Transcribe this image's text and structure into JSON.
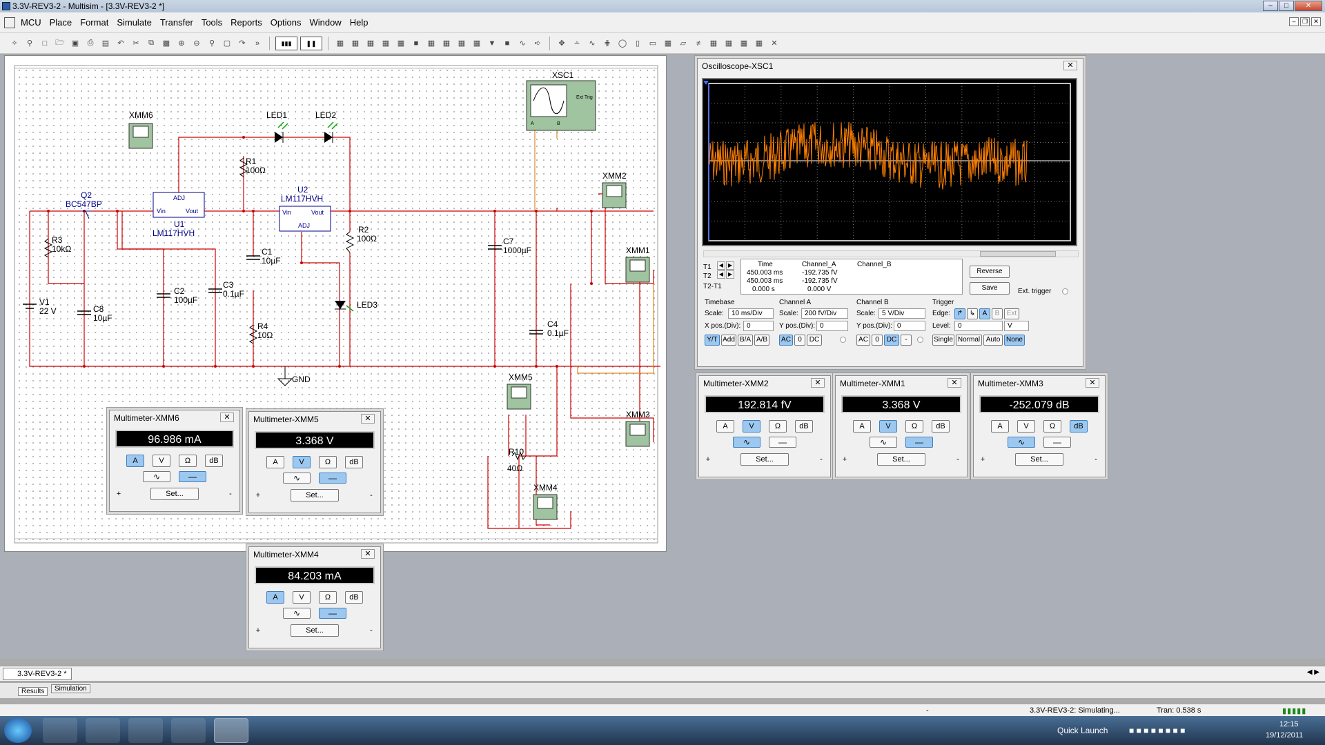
{
  "window": {
    "title": "3.3V-REV3-2 - Multisim - [3.3V-REV3-2 *]"
  },
  "menu": [
    "MCU",
    "Place",
    "Format",
    "Simulate",
    "Transfer",
    "Tools",
    "Reports",
    "Options",
    "Window",
    "Help"
  ],
  "schematic": {
    "labels": {
      "xmm6": "XMM6",
      "led1": "LED1",
      "led2": "LED2",
      "xsc1": "XSC1",
      "xmm2": "XMM2",
      "xmm1": "XMM1",
      "r1": "R1",
      "r1v": "100Ω",
      "u1": "U1",
      "u1p": "LM117HVH",
      "u2": "U2",
      "u2p": "LM117HVH",
      "q2": "Q2",
      "q2p": "BC547BP",
      "r3": "R3",
      "r3v": "10kΩ",
      "r2": "R2",
      "r2v": "100Ω",
      "c1": "C1",
      "c1v": "10µF",
      "c2": "C2",
      "c2v": "100µF",
      "c3": "C3",
      "c3v": "0.1µF",
      "c7": "C7",
      "c7v": "1000µF",
      "c4": "C4",
      "c4v": "0.1µF",
      "v1": "V1",
      "v1v": "22 V",
      "c8": "C8",
      "c8v": "10µF",
      "r4": "R4",
      "r4v": "10Ω",
      "led3": "LED3",
      "gnd": "GND",
      "xmm5": "XMM5",
      "xmm3": "XMM3",
      "r10": "R10",
      "r10v": "40Ω",
      "xmm4": "XMM4",
      "adj": "ADJ",
      "vin": "Vin",
      "vout": "Vout",
      "exttrig": "Ext Trig",
      "a": "A",
      "b": "B"
    }
  },
  "oscilloscope": {
    "title": "Oscilloscope-XSC1",
    "t1": "T1",
    "t2": "T2",
    "t2t1": "T2-T1",
    "col_time": "Time",
    "col_cha": "Channel_A",
    "col_chb": "Channel_B",
    "t1_time": "450.003 ms",
    "t1_cha": "-192.735 fV",
    "t2_time": "450.003 ms",
    "t2_cha": "-192.735 fV",
    "d_time": "0.000 s",
    "d_cha": "0.000 V",
    "reverse": "Reverse",
    "save": "Save",
    "ext_trigger": "Ext. trigger",
    "timebase": "Timebase",
    "scale_lbl": "Scale:",
    "tb_scale": "10 ms/Div",
    "xpos_lbl": "X pos.(Div):",
    "xpos": "0",
    "cha": "Channel A",
    "cha_scale": "200 fV/Div",
    "ypos_lbl": "Y pos.(Div):",
    "cha_ypos": "0",
    "chb": "Channel B",
    "chb_scale": "5  V/Div",
    "chb_ypos": "0",
    "trigger": "Trigger",
    "edge_lbl": "Edge:",
    "level_lbl": "Level:",
    "level": "0",
    "level_unit": "V",
    "yt": "Y/T",
    "add": "Add",
    "ba": "B/A",
    "ab": "A/B",
    "ac": "AC",
    "zero": "0",
    "dc": "DC",
    "minus": "-",
    "single": "Single",
    "normal": "Normal",
    "auto": "Auto",
    "none": "None",
    "edge_a": "A",
    "edge_b": "B",
    "edge_ext": "Ext",
    "trace_color": "#ff8000"
  },
  "multimeters": {
    "xmm6": {
      "title": "Multimeter-XMM6",
      "value": "96.986 mA",
      "active": "A"
    },
    "xmm5": {
      "title": "Multimeter-XMM5",
      "value": "3.368 V",
      "active": "V"
    },
    "xmm4": {
      "title": "Multimeter-XMM4",
      "value": "84.203 mA",
      "active": "A"
    },
    "xmm2": {
      "title": "Multimeter-XMM2",
      "value": "192.814 fV",
      "active": "V"
    },
    "xmm1": {
      "title": "Multimeter-XMM1",
      "value": "3.368 V",
      "active": "V"
    },
    "xmm3": {
      "title": "Multimeter-XMM3",
      "value": "-252.079 dB",
      "active": "dB"
    }
  },
  "mmbuttons": {
    "a": "A",
    "v": "V",
    "ohm": "Ω",
    "db": "dB",
    "set": "Set...",
    "plus": "+",
    "minus": "-"
  },
  "doctab": "3.3V-REV3-2 *",
  "results_tabs": [
    "Results",
    "Simulation"
  ],
  "status": {
    "sim": "3.3V-REV3-2: Simulating...",
    "tran": "Tran: 0.538 s",
    "dash": "-"
  },
  "taskbar": {
    "quick_launch": "Quick Launch",
    "time": "12:15",
    "date": "19/12/2011"
  }
}
